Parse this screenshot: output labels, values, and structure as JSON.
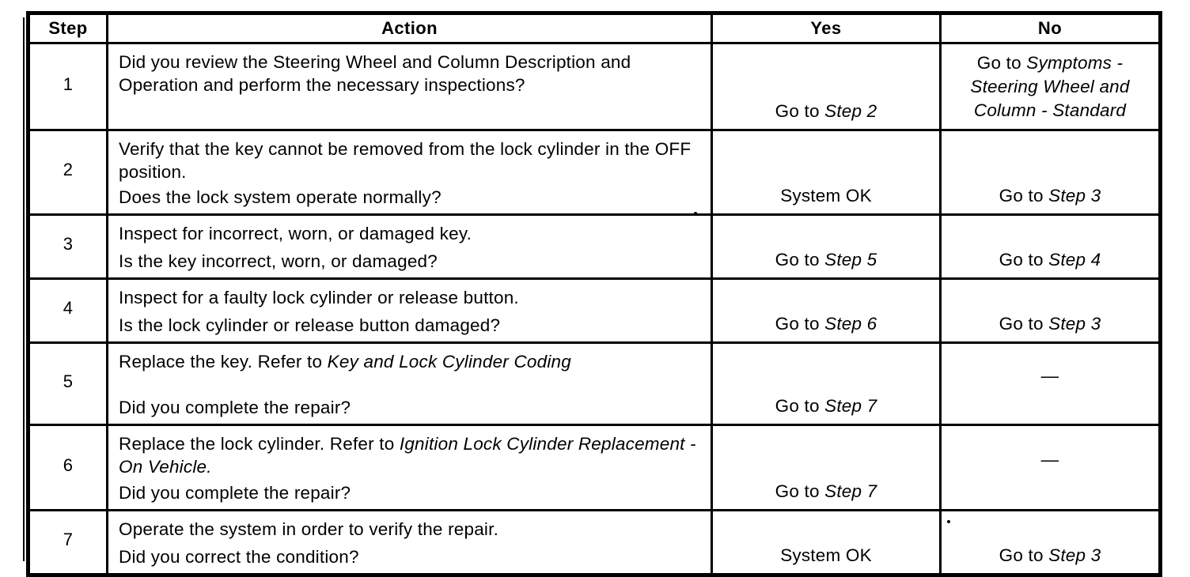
{
  "table": {
    "headers": [
      "Step",
      "Action",
      "Yes",
      "No"
    ],
    "rows": [
      {
        "step": "1",
        "action": [
          [
            {
              "t": "Did you review the Steering Wheel and Column Description and Operation and perform the necessary inspections?"
            }
          ]
        ],
        "yes": [
          {
            "t": "Go to "
          },
          {
            "t": "Step 2",
            "i": true
          }
        ],
        "no": [
          {
            "t": "Go to "
          },
          {
            "t": "Symptoms - Steering Wheel and Column - Standard",
            "i": true
          }
        ],
        "no_valign": "top"
      },
      {
        "step": "2",
        "action": [
          [
            {
              "t": "Verify that the key cannot be removed from the lock cylinder in the OFF position."
            }
          ],
          [
            {
              "t": "Does the lock system operate normally?"
            }
          ]
        ],
        "yes": [
          {
            "t": "System OK"
          }
        ],
        "no": [
          {
            "t": "Go to "
          },
          {
            "t": "Step 3",
            "i": true
          }
        ]
      },
      {
        "step": "3",
        "action": [
          [
            {
              "t": "Inspect for incorrect, worn, or damaged key."
            }
          ],
          [
            {
              "t": "Is the key incorrect, worn, or damaged?"
            }
          ]
        ],
        "yes": [
          {
            "t": "Go to "
          },
          {
            "t": "Step 5",
            "i": true
          }
        ],
        "no": [
          {
            "t": "Go to "
          },
          {
            "t": "Step 4",
            "i": true
          }
        ]
      },
      {
        "step": "4",
        "action": [
          [
            {
              "t": "Inspect for a faulty lock cylinder or release button."
            }
          ],
          [
            {
              "t": "Is the lock cylinder or release button damaged?"
            }
          ]
        ],
        "yes": [
          {
            "t": "Go to "
          },
          {
            "t": "Step 6",
            "i": true
          }
        ],
        "no": [
          {
            "t": "Go to "
          },
          {
            "t": "Step 3",
            "i": true
          }
        ]
      },
      {
        "step": "5",
        "action": [
          [
            {
              "t": "Replace the key. Refer to "
            },
            {
              "t": "Key and Lock Cylinder Coding",
              "i": true
            }
          ],
          [
            {
              "t": "Did you complete the repair?"
            }
          ]
        ],
        "yes": [
          {
            "t": "Go to "
          },
          {
            "t": "Step 7",
            "i": true
          }
        ],
        "no": [
          {
            "t": "—"
          }
        ],
        "no_valign": "middle"
      },
      {
        "step": "6",
        "action": [
          [
            {
              "t": "Replace the lock cylinder. Refer to "
            },
            {
              "t": "Ignition Lock Cylinder Replacement - On Vehicle.",
              "i": true
            }
          ],
          [
            {
              "t": "Did you complete the repair?"
            }
          ]
        ],
        "yes": [
          {
            "t": "Go to "
          },
          {
            "t": "Step 7",
            "i": true
          }
        ],
        "no": [
          {
            "t": "—"
          }
        ],
        "no_valign": "middle"
      },
      {
        "step": "7",
        "action": [
          [
            {
              "t": "Operate the system in order to verify the repair."
            }
          ],
          [
            {
              "t": "Did you correct the condition?"
            }
          ]
        ],
        "yes": [
          {
            "t": "System OK"
          }
        ],
        "no": [
          {
            "t": "Go to "
          },
          {
            "t": "Step 3",
            "i": true
          }
        ]
      }
    ]
  },
  "colors": {
    "ink": "#000000",
    "paper": "#ffffff"
  }
}
